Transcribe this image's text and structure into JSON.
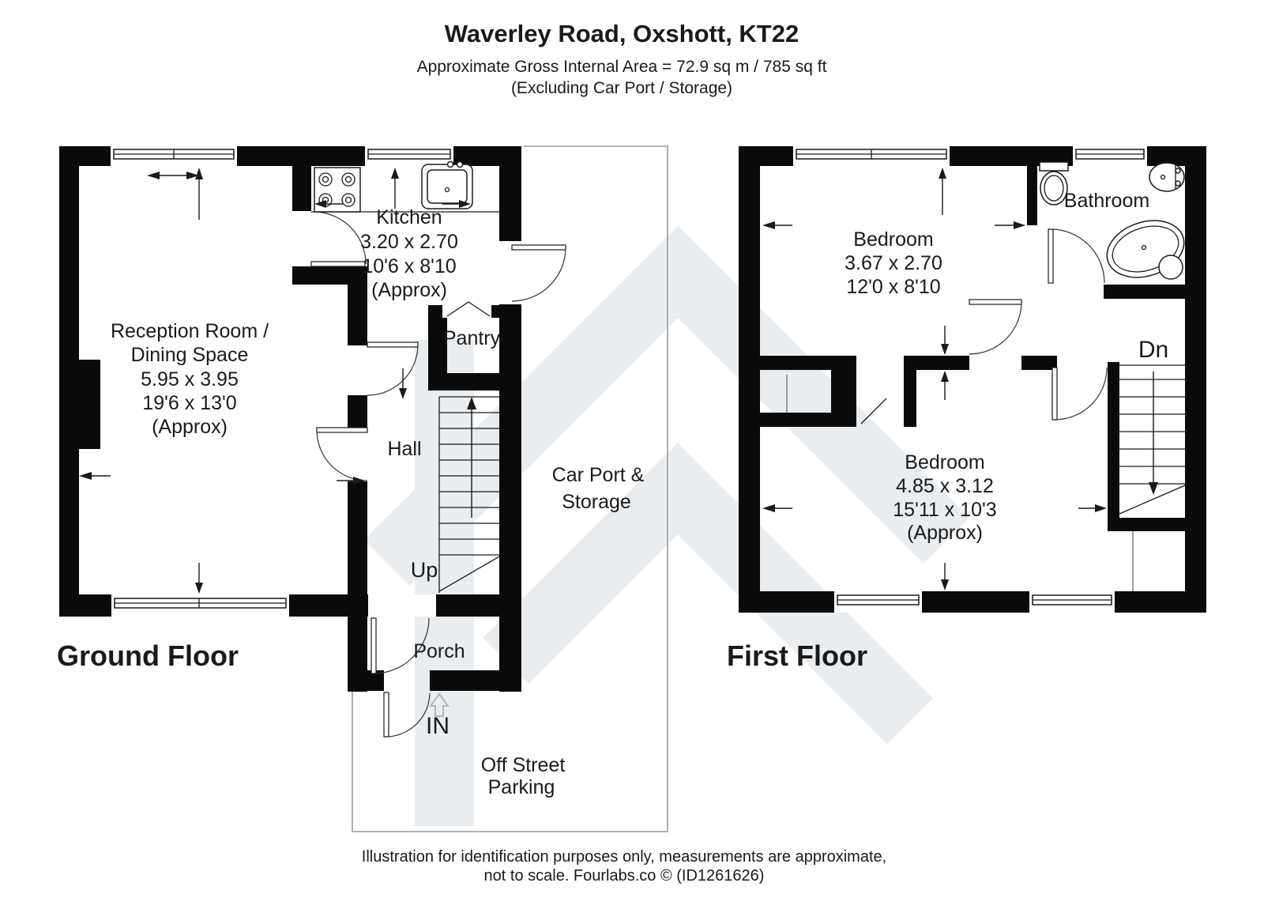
{
  "header": {
    "title": "Waverley Road, Oxshott, KT22",
    "subtitle": "Approximate Gross Internal Area = 72.9 sq m / 785 sq ft",
    "subtitle2": "(Excluding Car Port / Storage)"
  },
  "ground_floor": {
    "label": "Ground Floor",
    "reception": [
      "Reception Room /",
      "Dining Space",
      "5.95 x 3.95",
      "19'6 x 13'0",
      "(Approx)"
    ],
    "kitchen": [
      "Kitchen",
      "3.20 x 2.70",
      "10'6 x 8'10",
      "(Approx)"
    ],
    "pantry": "Pantry",
    "hall": "Hall",
    "up": "Up",
    "porch": "Porch",
    "in_label": "IN",
    "car_port": [
      "Car Port &",
      "Storage"
    ],
    "parking": [
      "Off Street",
      "Parking"
    ]
  },
  "first_floor": {
    "label": "First Floor",
    "bedroom1": [
      "Bedroom",
      "3.67 x 2.70",
      "12'0 x 8'10"
    ],
    "bedroom2": [
      "Bedroom",
      "4.85 x 3.12",
      "15'11 x 10'3",
      "(Approx)"
    ],
    "bathroom": "Bathroom",
    "dn": "Dn"
  },
  "footer": {
    "line1": "Illustration for identification purposes only, measurements are approximate,",
    "line2": "not to scale. Fourlabs.co © (ID1261626)"
  },
  "colors": {
    "wall": "#0a0a0a",
    "watermark": "#e9edf0",
    "outline_gray": "#9a9a9a",
    "in_arrow_gray": "#b5b5b5",
    "background": "#ffffff"
  }
}
